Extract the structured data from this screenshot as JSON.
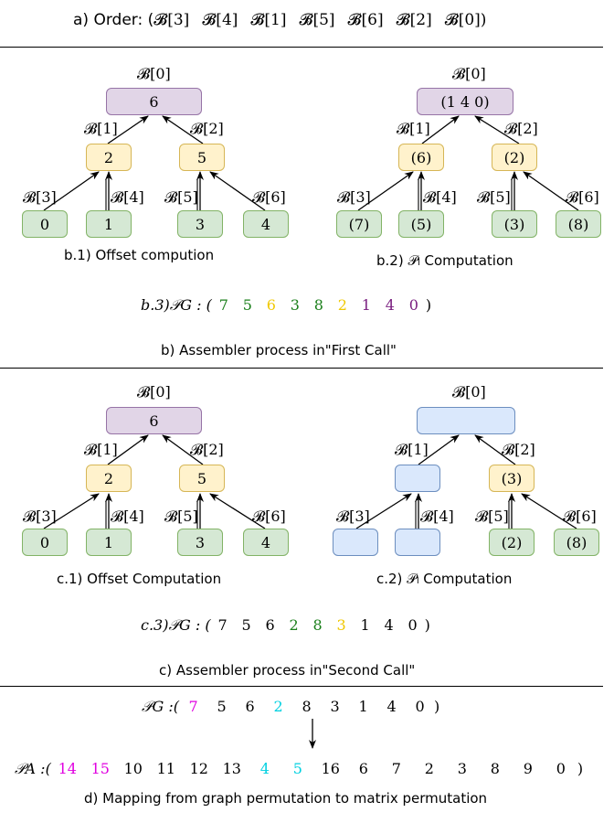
{
  "order": {
    "prefix": "a) Order: (",
    "items": [
      "𝓑[3]",
      "𝓑[4]",
      "𝓑[1]",
      "𝓑[5]",
      "𝓑[6]",
      "𝓑[2]",
      "𝓑[0]"
    ],
    "suffix": ")"
  },
  "section_b": {
    "tree1": {
      "root": "6",
      "left": "2",
      "right": "5",
      "leaves": [
        "0",
        "1",
        "3",
        "4"
      ]
    },
    "tree1_caption": "b.1) Offset compution",
    "tree2": {
      "root": "(1   4   0)",
      "left": "(6)",
      "right": "(2)",
      "leaves": [
        "(7)",
        "(5)",
        "(3)",
        "(8)"
      ]
    },
    "tree2_caption": "b.2) 𝒫ₗ Computation",
    "pg_label": "b.3)𝒫G : (",
    "pg_values": [
      "7",
      "5",
      "6",
      "3",
      "8",
      "2",
      "1",
      "4",
      "0"
    ],
    "pg_colors": [
      "#1a7f1a",
      "#1a7f1a",
      "#f0c800",
      "#1a7f1a",
      "#1a7f1a",
      "#f0c800",
      "#7a1f80",
      "#7a1f80",
      "#7a1f80"
    ],
    "caption": "b) Assembler process in\"First Call\""
  },
  "section_c": {
    "tree1": {
      "root": "6",
      "left": "2",
      "right": "5",
      "leaves": [
        "0",
        "1",
        "3",
        "4"
      ]
    },
    "tree1_caption": "c.1) Offset Computation",
    "tree2": {
      "root": "",
      "left": "",
      "right": "(3)",
      "leaves": [
        "",
        "",
        "(2)",
        "(8)"
      ]
    },
    "tree2_caption": "c.2) 𝒫ₗ Computation",
    "pg_label": "c.3)𝒫G : (",
    "pg_values": [
      "7",
      "5",
      "6",
      "2",
      "8",
      "3",
      "1",
      "4",
      "0"
    ],
    "pg_colors": [
      "#000000",
      "#000000",
      "#000000",
      "#1a7f1a",
      "#1a7f1a",
      "#f0c800",
      "#000000",
      "#000000",
      "#000000"
    ],
    "caption": "c) Assembler process in\"Second Call\""
  },
  "node_labels": {
    "root": "𝓑[0]",
    "left": "𝓑[1]",
    "right": "𝓑[2]",
    "l1": "𝓑[3]",
    "l2": "𝓑[4]",
    "l3": "𝓑[5]",
    "l4": "𝓑[6]"
  },
  "section_d": {
    "pg_label": "𝒫G :(",
    "pg_values": [
      "7",
      "5",
      "6",
      "2",
      "8",
      "3",
      "1",
      "4",
      "0"
    ],
    "pg_colors": [
      "#e000e0",
      "#000000",
      "#000000",
      "#00d0e0",
      "#000000",
      "#000000",
      "#000000",
      "#000000",
      "#000000"
    ],
    "pa_label": "𝒫A :(",
    "pa_values": [
      "14",
      "15",
      "10",
      "11",
      "12",
      "13",
      "4",
      "5",
      "16",
      "6",
      "7",
      "2",
      "3",
      "8",
      "9",
      "0"
    ],
    "pa_colors": [
      "#e000e0",
      "#e000e0",
      "#000000",
      "#000000",
      "#000000",
      "#000000",
      "#00d0e0",
      "#00d0e0",
      "#000000",
      "#000000",
      "#000000",
      "#000000",
      "#000000",
      "#000000",
      "#000000",
      "#000000"
    ],
    "caption": "d) Mapping from graph permutation to matrix permutation"
  }
}
